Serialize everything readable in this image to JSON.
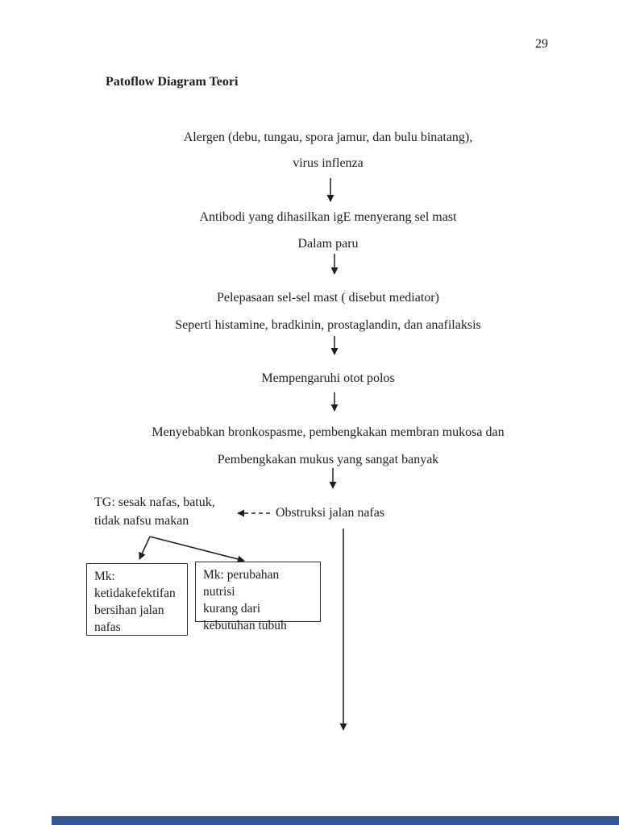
{
  "page": {
    "number": "29",
    "title": "Patoflow Diagram Teori",
    "background_color": "#ffffff",
    "text_color": "#1d1d1b",
    "footer_bar_color": "#35589b"
  },
  "flow": {
    "step1": {
      "line1": "Alergen (debu, tungau, spora jamur, dan bulu binatang),",
      "line2": "virus inflenza"
    },
    "step2": {
      "line1": "Antibodi yang dihasilkan igE menyerang sel mast",
      "line2": "Dalam paru"
    },
    "step3": {
      "line1": "Pelepasaan sel-sel mast ( disebut mediator)",
      "line2": "Seperti histamine, bradkinin, prostaglandin, dan anafilaksis"
    },
    "step4": {
      "line1": "Mempengaruhi otot polos"
    },
    "step5": {
      "line1": "Menyebabkan bronkospasme, pembengkakan membran mukosa dan",
      "line2": "Pembengkakan mukus yang sangat banyak"
    },
    "symptoms": {
      "line1": "TG: sesak nafas, batuk,",
      "line2": "tidak nafsu makan"
    },
    "obstruction": "Obstruksi jalan nafas",
    "box_dx1": {
      "lines": [
        "Mk:",
        "ketidakefektifan",
        "bersihan jalan",
        "nafas"
      ]
    },
    "box_dx2": {
      "lines": [
        "Mk: perubahan nutrisi",
        "kurang dari",
        "kebutuhan tubuh"
      ]
    }
  }
}
